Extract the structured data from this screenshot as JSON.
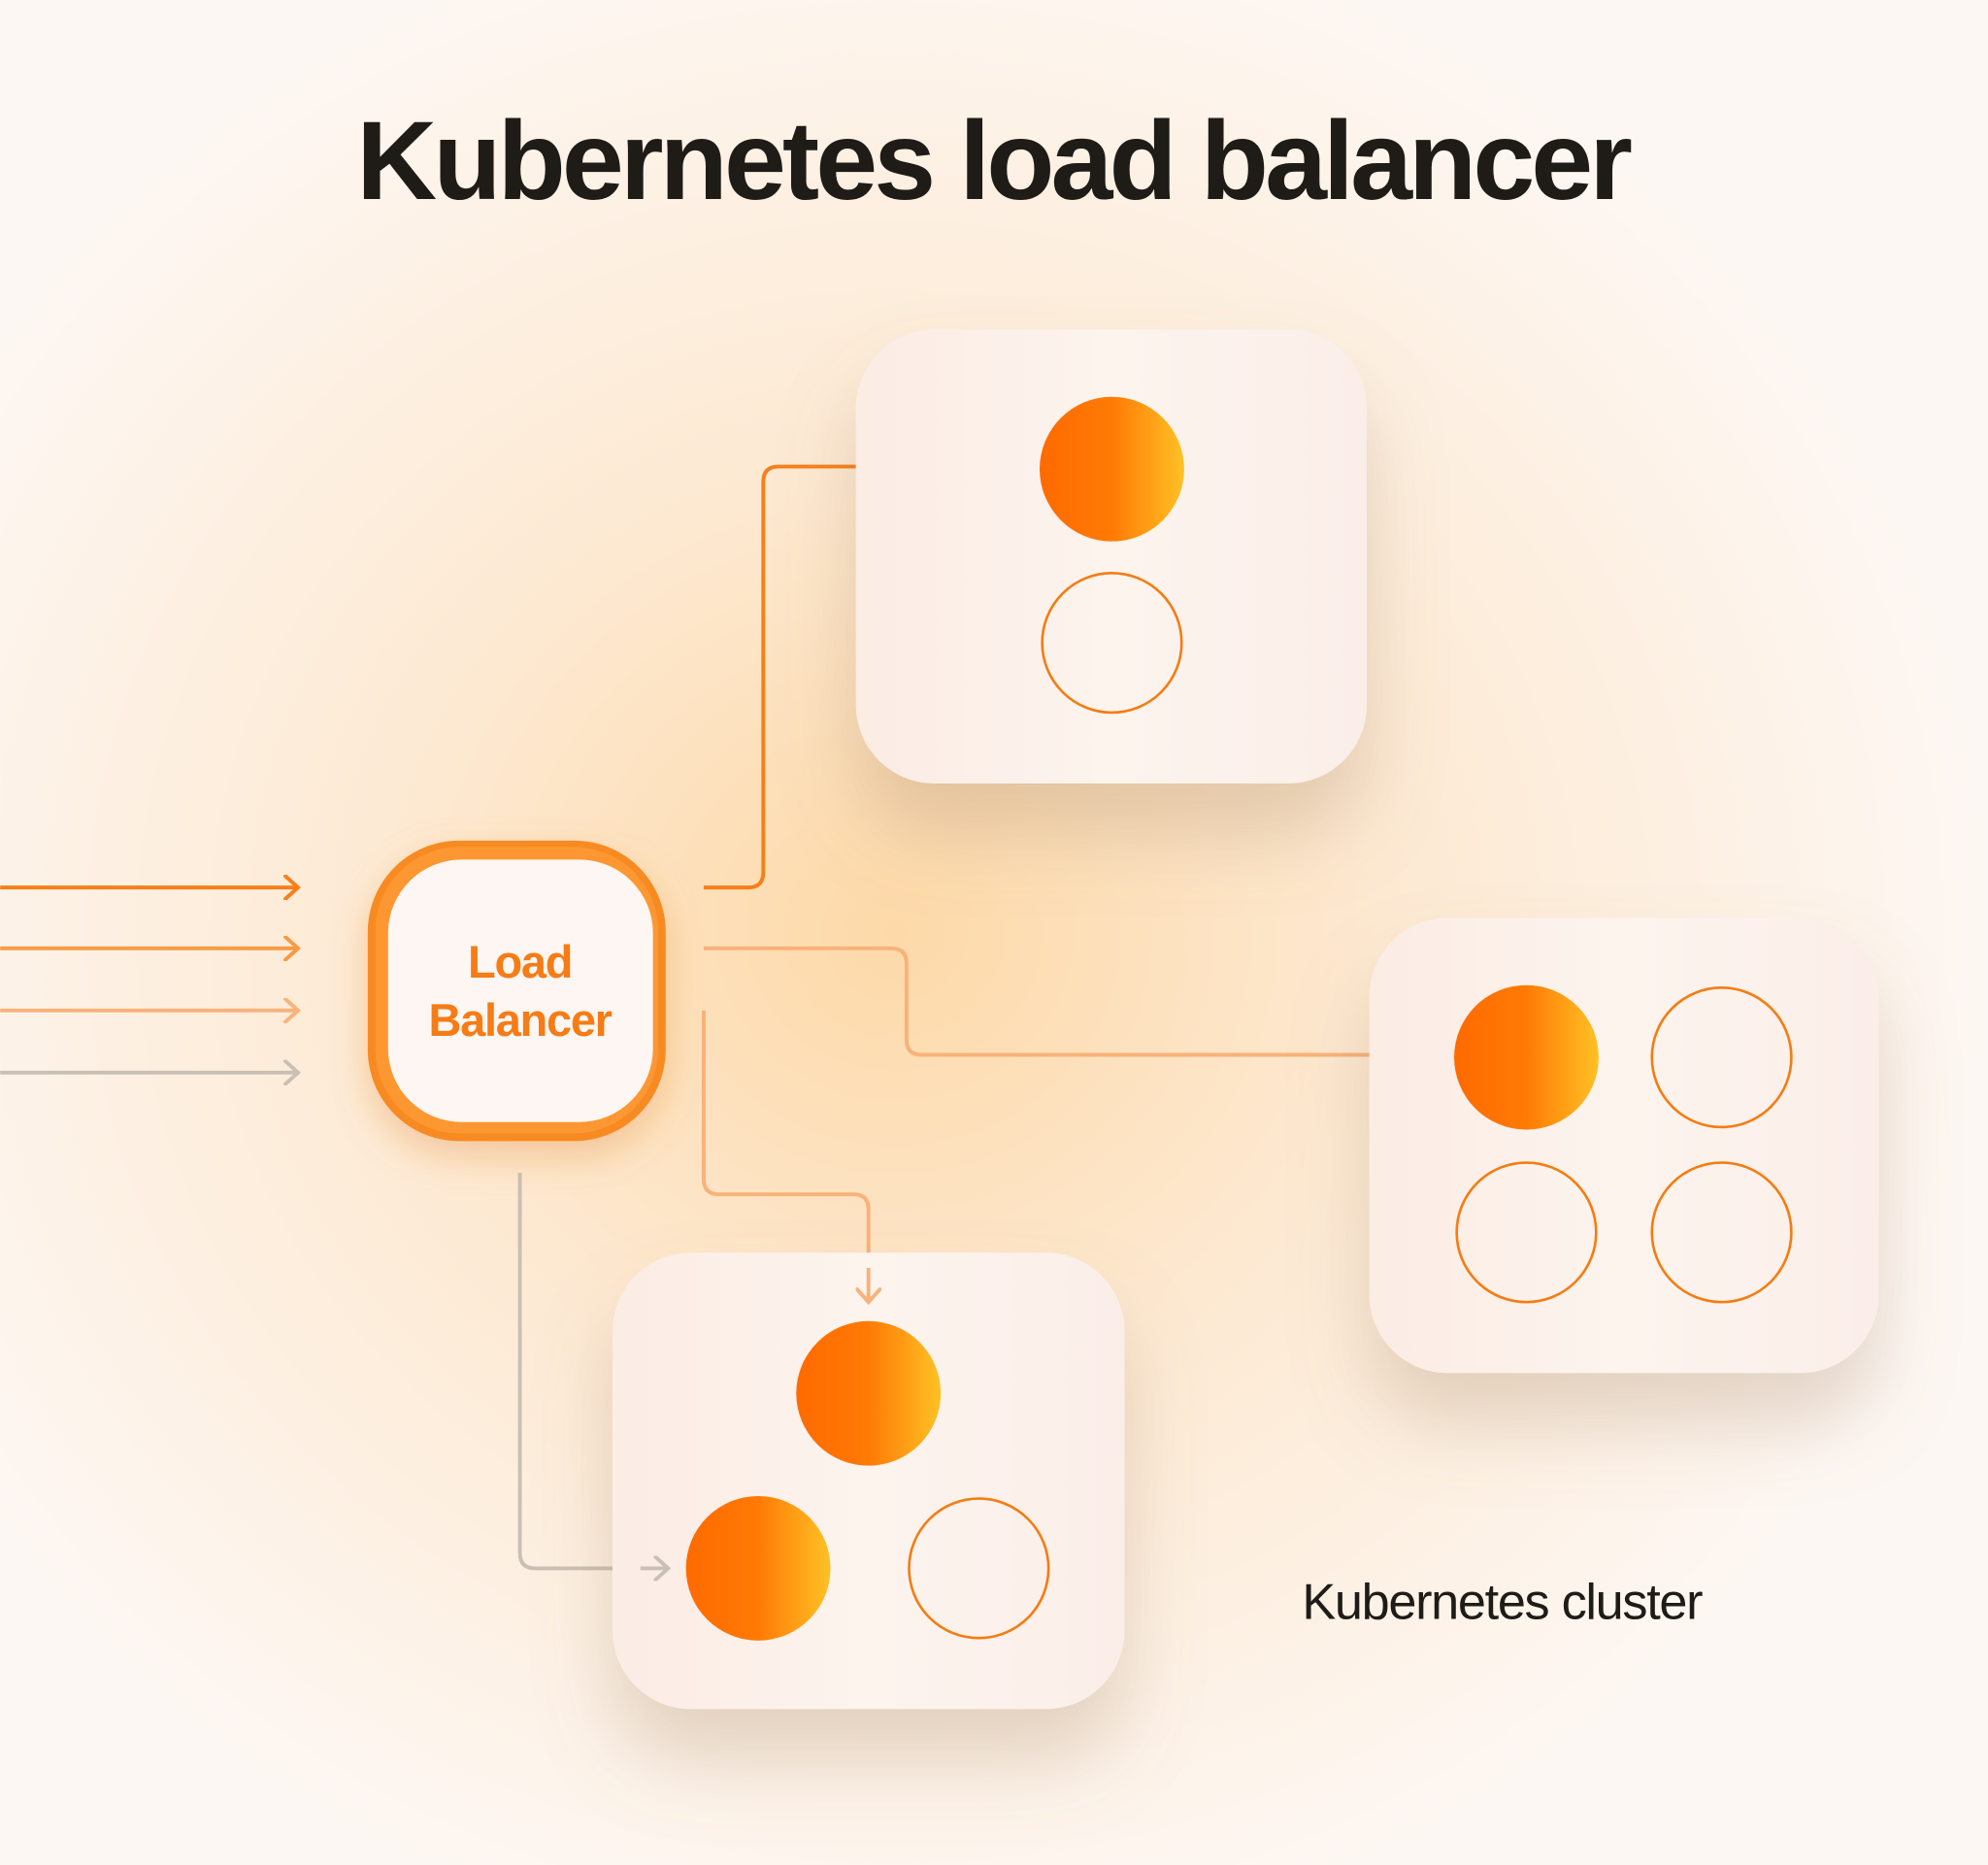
{
  "title": "Kubernetes load balancer",
  "load_balancer": {
    "line1": "Load",
    "line2": "Balancer"
  },
  "cluster_label": "Kubernetes cluster",
  "colors": {
    "accent": "#f57c12",
    "pod_gradient_start": "#ff6a00",
    "pod_gradient_end": "#ffc125",
    "text": "#1f1c18",
    "arrow_1": "#f77f1a",
    "arrow_2": "#f99a45",
    "arrow_3": "#f8b27a",
    "arrow_4": "#c9c0b5"
  },
  "nodes": [
    {
      "name": "top",
      "pods": [
        "active",
        "idle"
      ]
    },
    {
      "name": "right",
      "pods": [
        "active",
        "idle",
        "idle",
        "idle"
      ]
    },
    {
      "name": "bottom",
      "pods": [
        "active",
        "active",
        "idle"
      ]
    }
  ]
}
